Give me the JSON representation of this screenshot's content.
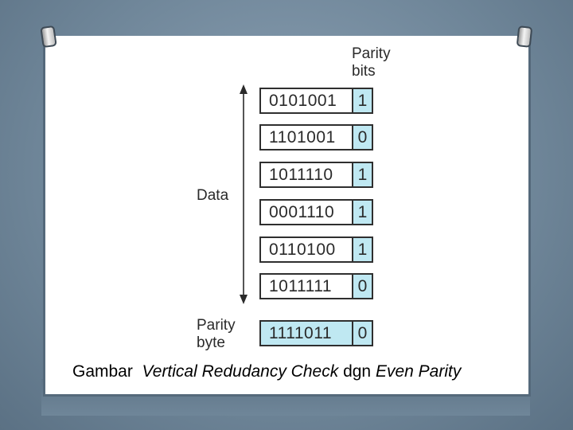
{
  "diagram": {
    "header_line1": "Parity",
    "header_line2": "bits",
    "data_label": "Data",
    "parity_byte_line1": "Parity",
    "parity_byte_line2": "byte",
    "rows": [
      {
        "bits": "0101001",
        "parity": "1"
      },
      {
        "bits": "1101001",
        "parity": "0"
      },
      {
        "bits": "1011110",
        "parity": "1"
      },
      {
        "bits": "0001110",
        "parity": "1"
      },
      {
        "bits": "0110100",
        "parity": "1"
      },
      {
        "bits": "1011111",
        "parity": "0"
      }
    ],
    "parity_row": {
      "bits": "1111011",
      "parity": "0"
    },
    "colors": {
      "parity_fill": "#bfe8f2",
      "background": "#6f8699"
    }
  },
  "caption": {
    "part1": "Gambar",
    "part2": "Vertical Redudancy Check",
    "part3": "dgn",
    "part4": "Even Parity"
  }
}
